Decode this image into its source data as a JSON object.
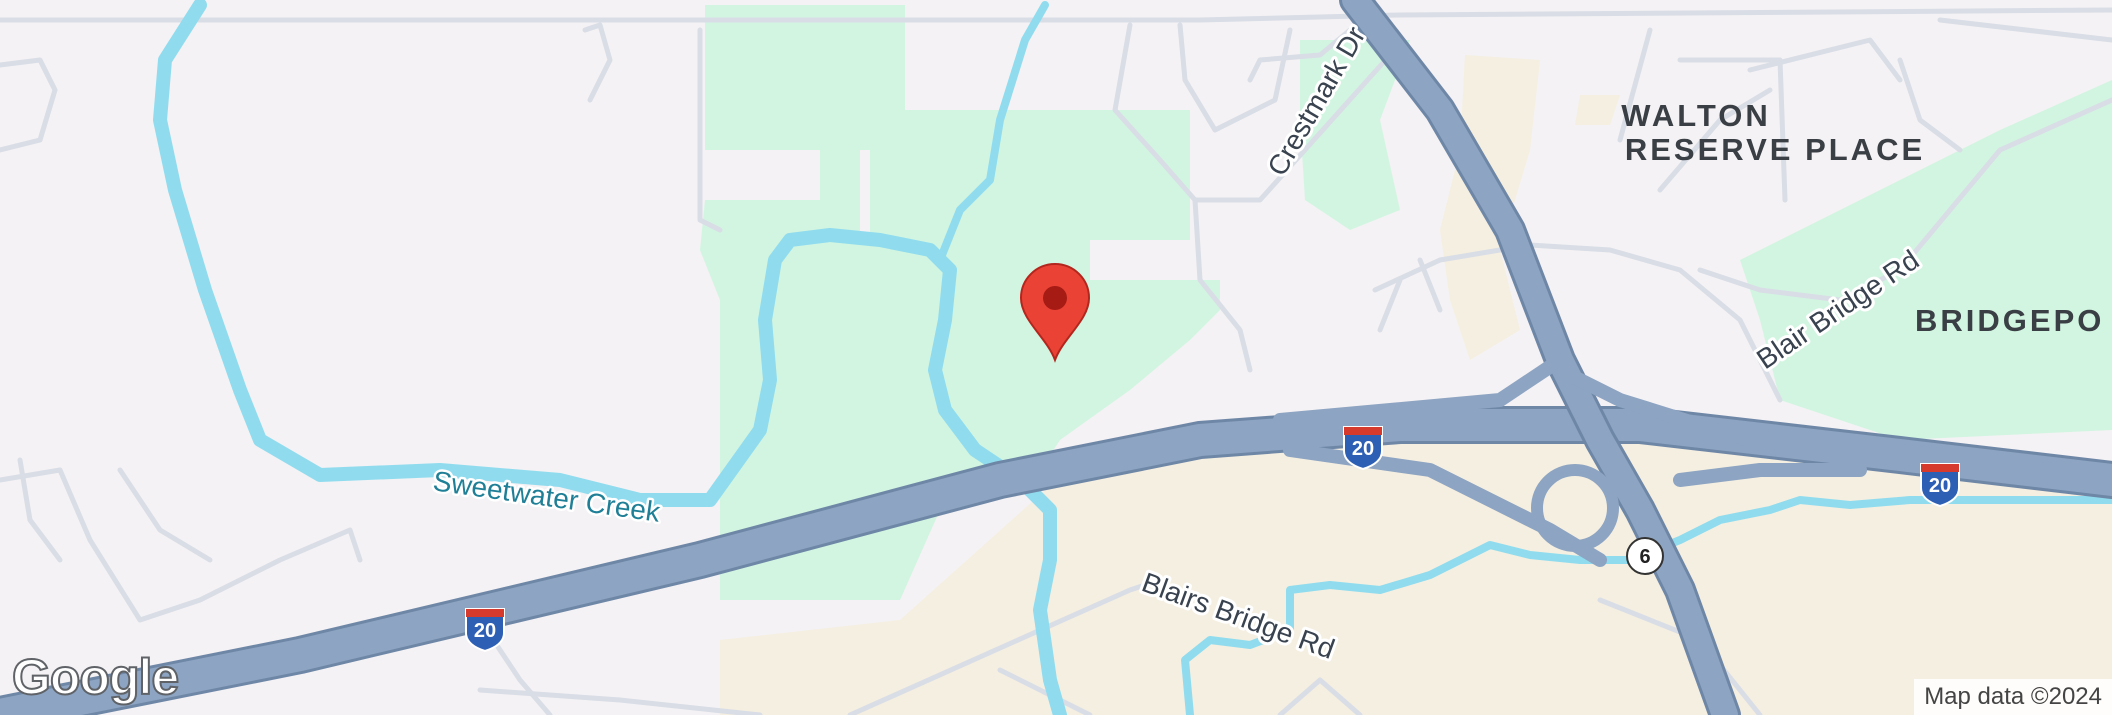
{
  "map": {
    "places": {
      "walton_line1": "WALTON",
      "walton_line2": "RESERVE PLACE",
      "bridgeport": "BRIDGEPO"
    },
    "roads": {
      "crestmark": "Crestmark Dr",
      "blair_bridge": "Blair Bridge Rd",
      "blairs_bridge": "Blairs Bridge Rd"
    },
    "water": {
      "creek": "Sweetwater Creek"
    },
    "shields": {
      "interstate": "20",
      "state_route": "6"
    },
    "marker_icon": "map-pin-icon",
    "colors": {
      "background": "#f4f2f4",
      "park": "#d2f5e1",
      "developed": "#f5efe1",
      "water": "#90dcee",
      "highway": "#8da4c2",
      "highway_edge": "#6f87a7",
      "minor_road": "#d9dde6",
      "marker": "#ea4335",
      "marker_dot": "#a61b14"
    }
  },
  "logo": {
    "text": "Google"
  },
  "attribution": {
    "text": "Map data ©2024"
  }
}
